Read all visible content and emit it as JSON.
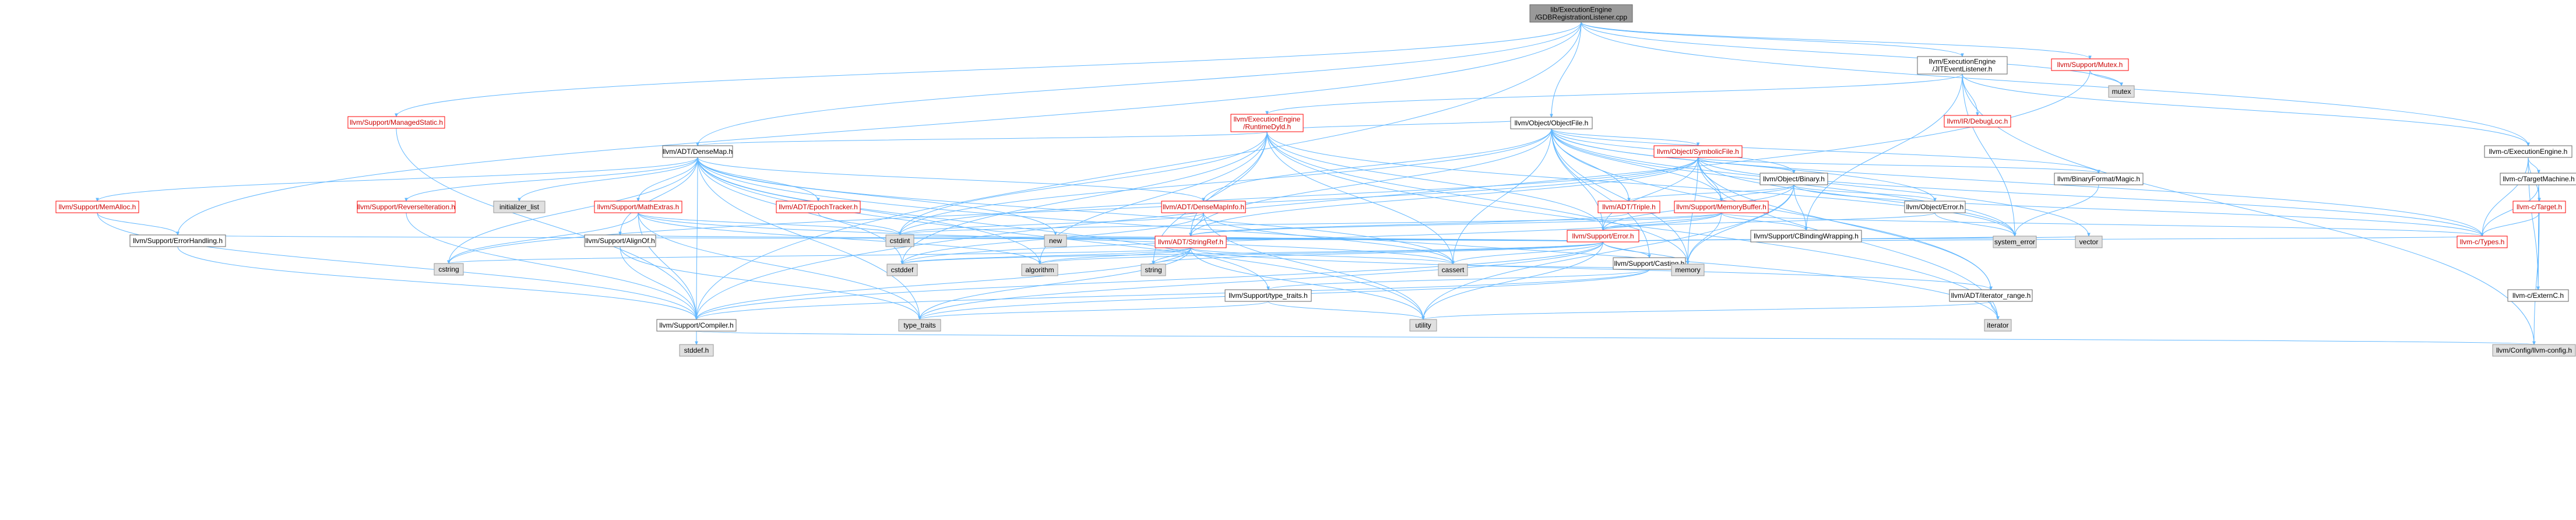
{
  "colors": {
    "edge": "#63b8ff",
    "root_fill": "#999999",
    "red_border": "#ff0000",
    "sys_fill": "#e0e0e0"
  },
  "nodes": [
    {
      "id": "root",
      "label": [
        "lib/ExecutionEngine",
        "/GDBRegistrationListener.cpp"
      ],
      "kind": "root"
    },
    {
      "id": "jitevent",
      "label": [
        "llvm/ExecutionEngine",
        "/JITEventListener.h"
      ],
      "kind": "plain"
    },
    {
      "id": "mutexh",
      "label": [
        "llvm/Support/Mutex.h"
      ],
      "kind": "red"
    },
    {
      "id": "mutex",
      "label": [
        "mutex"
      ],
      "kind": "sys"
    },
    {
      "id": "runtimedyld",
      "label": [
        "llvm/ExecutionEngine",
        "/RuntimeDyld.h"
      ],
      "kind": "red"
    },
    {
      "id": "irdebugloc",
      "label": [
        "llvm/IR/DebugLoc.h"
      ],
      "kind": "red"
    },
    {
      "id": "managedstatic",
      "label": [
        "llvm/Support/ManagedStatic.h"
      ],
      "kind": "red"
    },
    {
      "id": "objectfile",
      "label": [
        "llvm/Object/ObjectFile.h"
      ],
      "kind": "plain"
    },
    {
      "id": "symbolicfile",
      "label": [
        "llvm/Object/SymbolicFile.h"
      ],
      "kind": "red"
    },
    {
      "id": "densemap",
      "label": [
        "llvm/ADT/DenseMap.h"
      ],
      "kind": "plain"
    },
    {
      "id": "cexecengine",
      "label": [
        "llvm-c/ExecutionEngine.h"
      ],
      "kind": "plain"
    },
    {
      "id": "binary",
      "label": [
        "llvm/Object/Binary.h"
      ],
      "kind": "plain"
    },
    {
      "id": "binmagic",
      "label": [
        "llvm/BinaryFormat/Magic.h"
      ],
      "kind": "plain"
    },
    {
      "id": "ctarget",
      "label": [
        "llvm-c/TargetMachine.h"
      ],
      "kind": "plain"
    },
    {
      "id": "triple",
      "label": [
        "llvm/ADT/Triple.h"
      ],
      "kind": "red"
    },
    {
      "id": "memorybuffer",
      "label": [
        "llvm/Support/MemoryBuffer.h"
      ],
      "kind": "red"
    },
    {
      "id": "objerror",
      "label": [
        "llvm/Object/Error.h"
      ],
      "kind": "plain"
    },
    {
      "id": "ctargeth",
      "label": [
        "llvm-c/Target.h"
      ],
      "kind": "red"
    },
    {
      "id": "memalloc",
      "label": [
        "llvm/Support/MemAlloc.h"
      ],
      "kind": "red"
    },
    {
      "id": "reverseiter",
      "label": [
        "llvm/Support/ReverseIteration.h"
      ],
      "kind": "red"
    },
    {
      "id": "initlist",
      "label": [
        "initializer_list"
      ],
      "kind": "sys"
    },
    {
      "id": "mathextras",
      "label": [
        "llvm/Support/MathExtras.h"
      ],
      "kind": "red"
    },
    {
      "id": "epochtracker",
      "label": [
        "llvm/ADT/EpochTracker.h"
      ],
      "kind": "red"
    },
    {
      "id": "densemapinfo",
      "label": [
        "llvm/ADT/DenseMapInfo.h"
      ],
      "kind": "red"
    },
    {
      "id": "supporterror",
      "label": [
        "llvm/Support/Error.h"
      ],
      "kind": "red"
    },
    {
      "id": "cbinding",
      "label": [
        "llvm/Support/CBindingWrapping.h"
      ],
      "kind": "plain"
    },
    {
      "id": "errorhandling",
      "label": [
        "llvm/Support/ErrorHandling.h"
      ],
      "kind": "plain"
    },
    {
      "id": "alignof",
      "label": [
        "llvm/Support/AlignOf.h"
      ],
      "kind": "plain"
    },
    {
      "id": "cstdint",
      "label": [
        "cstdint"
      ],
      "kind": "sys"
    },
    {
      "id": "new",
      "label": [
        "new"
      ],
      "kind": "sys"
    },
    {
      "id": "systemerror",
      "label": [
        "system_error"
      ],
      "kind": "sys"
    },
    {
      "id": "vector",
      "label": [
        "vector"
      ],
      "kind": "sys"
    },
    {
      "id": "ctypes",
      "label": [
        "llvm-c/Types.h"
      ],
      "kind": "red"
    },
    {
      "id": "stringref",
      "label": [
        "llvm/ADT/StringRef.h"
      ],
      "kind": "red"
    },
    {
      "id": "casting",
      "label": [
        "llvm/Support/Casting.h"
      ],
      "kind": "plain"
    },
    {
      "id": "cstring",
      "label": [
        "cstring"
      ],
      "kind": "sys"
    },
    {
      "id": "cstddef",
      "label": [
        "cstddef"
      ],
      "kind": "sys"
    },
    {
      "id": "algorithm",
      "label": [
        "algorithm"
      ],
      "kind": "sys"
    },
    {
      "id": "string",
      "label": [
        "string"
      ],
      "kind": "sys"
    },
    {
      "id": "cassert",
      "label": [
        "cassert"
      ],
      "kind": "sys"
    },
    {
      "id": "memory",
      "label": [
        "memory"
      ],
      "kind": "sys"
    },
    {
      "id": "typetraitsh",
      "label": [
        "llvm/Support/type_traits.h"
      ],
      "kind": "plain"
    },
    {
      "id": "iterrange",
      "label": [
        "llvm/ADT/iterator_range.h"
      ],
      "kind": "plain"
    },
    {
      "id": "cexternc",
      "label": [
        "llvm-c/ExternC.h"
      ],
      "kind": "plain"
    },
    {
      "id": "compiler",
      "label": [
        "llvm/Support/Compiler.h"
      ],
      "kind": "plain"
    },
    {
      "id": "typetraits",
      "label": [
        "type_traits"
      ],
      "kind": "sys"
    },
    {
      "id": "utility",
      "label": [
        "utility"
      ],
      "kind": "sys"
    },
    {
      "id": "iterator",
      "label": [
        "iterator"
      ],
      "kind": "sys"
    },
    {
      "id": "stddef",
      "label": [
        "stddef.h"
      ],
      "kind": "sys"
    },
    {
      "id": "llvmconfig",
      "label": [
        "llvm/Config/llvm-config.h"
      ],
      "kind": "sys"
    }
  ],
  "edges": [
    [
      "root",
      "jitevent"
    ],
    [
      "root",
      "mutexh"
    ],
    [
      "root",
      "mutex"
    ],
    [
      "root",
      "managedstatic"
    ],
    [
      "root",
      "objectfile"
    ],
    [
      "root",
      "densemap"
    ],
    [
      "root",
      "cexecengine"
    ],
    [
      "root",
      "errorhandling"
    ],
    [
      "root",
      "compiler"
    ],
    [
      "jitevent",
      "runtimedyld"
    ],
    [
      "jitevent",
      "irdebugloc"
    ],
    [
      "jitevent",
      "cexecengine"
    ],
    [
      "jitevent",
      "cbinding"
    ],
    [
      "jitevent",
      "systemerror"
    ],
    [
      "jitevent",
      "llvmconfig"
    ],
    [
      "mutexh",
      "mutex"
    ],
    [
      "mutexh",
      "compiler"
    ],
    [
      "runtimedyld",
      "objectfile"
    ],
    [
      "runtimedyld",
      "densemap"
    ],
    [
      "runtimedyld",
      "stringref"
    ],
    [
      "runtimedyld",
      "supporterror"
    ],
    [
      "runtimedyld",
      "cstdint"
    ],
    [
      "runtimedyld",
      "cstddef"
    ],
    [
      "runtimedyld",
      "algorithm"
    ],
    [
      "runtimedyld",
      "string"
    ],
    [
      "runtimedyld",
      "memory"
    ],
    [
      "runtimedyld",
      "systemerror"
    ],
    [
      "runtimedyld",
      "cassert"
    ],
    [
      "runtimedyld",
      "iterator"
    ],
    [
      "managedstatic",
      "compiler"
    ],
    [
      "objectfile",
      "symbolicfile"
    ],
    [
      "objectfile",
      "binary"
    ],
    [
      "objectfile",
      "binmagic"
    ],
    [
      "objectfile",
      "triple"
    ],
    [
      "objectfile",
      "memorybuffer"
    ],
    [
      "objectfile",
      "objerror"
    ],
    [
      "objectfile",
      "densemapinfo"
    ],
    [
      "objectfile",
      "stringref"
    ],
    [
      "objectfile",
      "casting"
    ],
    [
      "objectfile",
      "supporterror"
    ],
    [
      "objectfile",
      "cassert"
    ],
    [
      "objectfile",
      "cstdint"
    ],
    [
      "objectfile",
      "memory"
    ],
    [
      "objectfile",
      "systemerror"
    ],
    [
      "objectfile",
      "vector"
    ],
    [
      "objectfile",
      "iterrange"
    ],
    [
      "objectfile",
      "ctypes"
    ],
    [
      "symbolicfile",
      "binary"
    ],
    [
      "symbolicfile",
      "binmagic"
    ],
    [
      "symbolicfile",
      "memorybuffer"
    ],
    [
      "symbolicfile",
      "supporterror"
    ],
    [
      "symbolicfile",
      "stringref"
    ],
    [
      "symbolicfile",
      "cstdint"
    ],
    [
      "symbolicfile",
      "cstring"
    ],
    [
      "symbolicfile",
      "iterator"
    ],
    [
      "symbolicfile",
      "memory"
    ],
    [
      "symbolicfile",
      "systemerror"
    ],
    [
      "symbolicfile",
      "iterrange"
    ],
    [
      "symbolicfile",
      "ctypes"
    ],
    [
      "densemap",
      "memalloc"
    ],
    [
      "densemap",
      "reverseiter"
    ],
    [
      "densemap",
      "initlist"
    ],
    [
      "densemap",
      "mathextras"
    ],
    [
      "densemap",
      "epochtracker"
    ],
    [
      "densemap",
      "densemapinfo"
    ],
    [
      "densemap",
      "alignof"
    ],
    [
      "densemap",
      "compiler"
    ],
    [
      "densemap",
      "typetraitsh"
    ],
    [
      "densemap",
      "algorithm"
    ],
    [
      "densemap",
      "cassert"
    ],
    [
      "densemap",
      "cstddef"
    ],
    [
      "densemap",
      "cstring"
    ],
    [
      "densemap",
      "iterator"
    ],
    [
      "densemap",
      "new"
    ],
    [
      "densemap",
      "typetraits"
    ],
    [
      "densemap",
      "utility"
    ],
    [
      "cexecengine",
      "ctarget"
    ],
    [
      "cexecengine",
      "ctargeth"
    ],
    [
      "cexecengine",
      "ctypes"
    ],
    [
      "cexecengine",
      "cexternc"
    ],
    [
      "binary",
      "triple"
    ],
    [
      "binary",
      "memorybuffer"
    ],
    [
      "binary",
      "objerror"
    ],
    [
      "binary",
      "supporterror"
    ],
    [
      "binary",
      "cbinding"
    ],
    [
      "binary",
      "utility"
    ],
    [
      "binary",
      "memory"
    ],
    [
      "binary",
      "ctypes"
    ],
    [
      "binmagic",
      "systemerror"
    ],
    [
      "ctarget",
      "ctargeth"
    ],
    [
      "ctarget",
      "ctypes"
    ],
    [
      "ctarget",
      "cexternc"
    ],
    [
      "triple",
      "stringref"
    ],
    [
      "memorybuffer",
      "cbinding"
    ],
    [
      "memorybuffer",
      "supporterror"
    ],
    [
      "memorybuffer",
      "stringref"
    ],
    [
      "memorybuffer",
      "cstddef"
    ],
    [
      "memorybuffer",
      "cstdint"
    ],
    [
      "memorybuffer",
      "memory"
    ],
    [
      "memorybuffer",
      "ctypes"
    ],
    [
      "objerror",
      "supporterror"
    ],
    [
      "objerror",
      "systemerror"
    ],
    [
      "ctargeth",
      "ctypes"
    ],
    [
      "ctargeth",
      "cexternc"
    ],
    [
      "ctargeth",
      "llvmconfig"
    ],
    [
      "memalloc",
      "errorhandling"
    ],
    [
      "memalloc",
      "compiler"
    ],
    [
      "memalloc",
      "cstdlib"
    ],
    [
      "reverseiter",
      "compiler"
    ],
    [
      "mathextras",
      "compiler"
    ],
    [
      "mathextras",
      "cassert"
    ],
    [
      "mathextras",
      "cstdint"
    ],
    [
      "mathextras",
      "cstring"
    ],
    [
      "mathextras",
      "algorithm"
    ],
    [
      "mathextras",
      "typetraits"
    ],
    [
      "epochtracker",
      "cstdint"
    ],
    [
      "densemapinfo",
      "stringref"
    ],
    [
      "densemapinfo",
      "cassert"
    ],
    [
      "densemapinfo",
      "cstddef"
    ],
    [
      "densemapinfo",
      "cstdint"
    ],
    [
      "densemapinfo",
      "utility"
    ],
    [
      "supporterror",
      "stringref"
    ],
    [
      "supporterror",
      "casting"
    ],
    [
      "supporterror",
      "compiler"
    ],
    [
      "supporterror",
      "errorhandling"
    ],
    [
      "supporterror",
      "alignof"
    ],
    [
      "supporterror",
      "cstdint"
    ],
    [
      "supporterror",
      "new"
    ],
    [
      "supporterror",
      "cassert"
    ],
    [
      "supporterror",
      "algorithm"
    ],
    [
      "supporterror",
      "memory"
    ],
    [
      "supporterror",
      "string"
    ],
    [
      "supporterror",
      "systemerror"
    ],
    [
      "supporterror",
      "typetraits"
    ],
    [
      "supporterror",
      "utility"
    ],
    [
      "supporterror",
      "vector"
    ],
    [
      "supporterror",
      "cstddef"
    ],
    [
      "cbinding",
      "ctypes"
    ],
    [
      "errorhandling",
      "compiler"
    ],
    [
      "alignof",
      "compiler"
    ],
    [
      "alignof",
      "typetraits"
    ],
    [
      "stringref",
      "compiler"
    ],
    [
      "stringref",
      "iterrange"
    ],
    [
      "stringref",
      "algorithm"
    ],
    [
      "stringref",
      "cassert"
    ],
    [
      "stringref",
      "cstddef"
    ],
    [
      "stringref",
      "cstring"
    ],
    [
      "stringref",
      "string"
    ],
    [
      "stringref",
      "typetraits"
    ],
    [
      "stringref",
      "utility"
    ],
    [
      "casting",
      "compiler"
    ],
    [
      "casting",
      "typetraitsh"
    ],
    [
      "casting",
      "cassert"
    ],
    [
      "casting",
      "memory"
    ],
    [
      "casting",
      "typetraits"
    ],
    [
      "typetraitsh",
      "utility"
    ],
    [
      "typetraitsh",
      "typetraits"
    ],
    [
      "iterrange",
      "utility"
    ],
    [
      "iterrange",
      "iterator"
    ],
    [
      "compiler",
      "stddef"
    ],
    [
      "compiler",
      "llvmconfig"
    ]
  ]
}
